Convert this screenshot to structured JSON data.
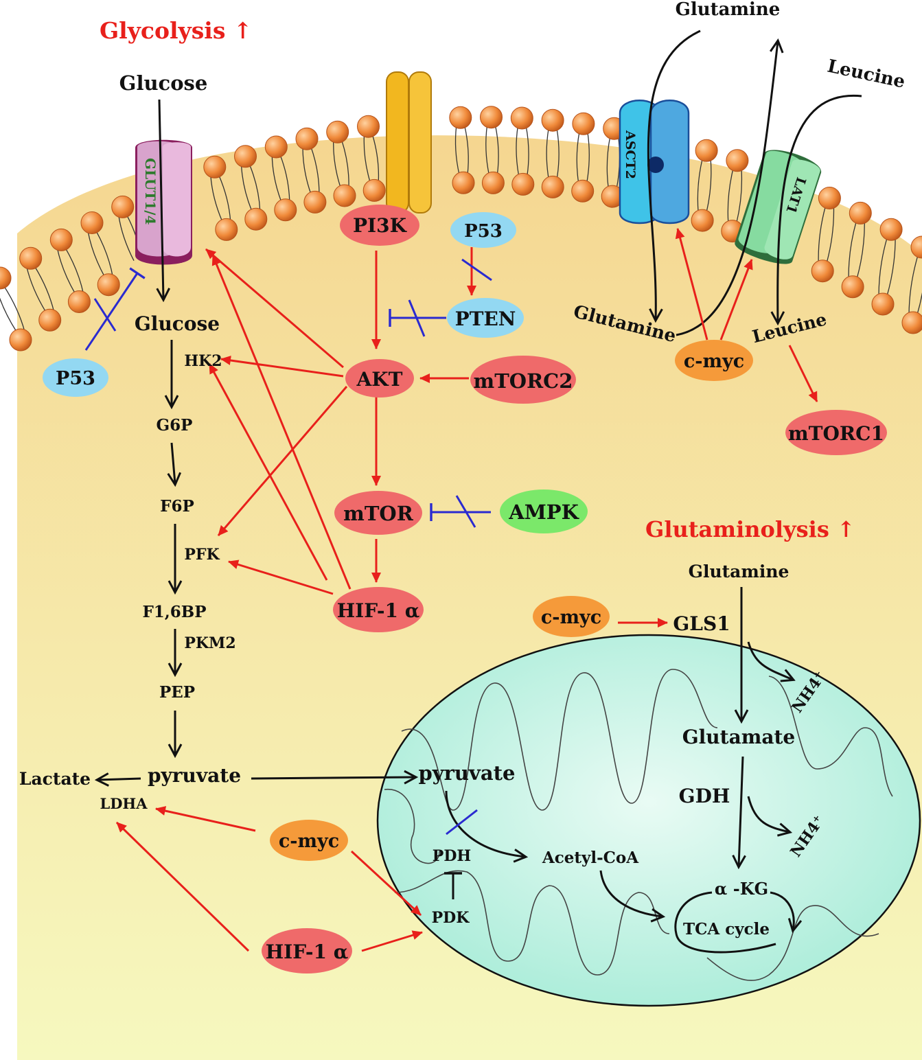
{
  "colors": {
    "red_node": "#ef6a6a",
    "blue_node": "#93d8f2",
    "orange_node": "#f59a3a",
    "green_node": "#7be86a",
    "activation": "#e8201b",
    "inhibition": "#2a2ad0",
    "cytoplasm": "#f8dfa2",
    "mitochondrion": "#c8f3e6"
  },
  "headers": {
    "glycolysis": "Glycolysis ↑",
    "glutaminolysis": "Glutaminolysis ↑"
  },
  "transporters": {
    "glut": "GLUT1/4",
    "asct2": "ASCT2",
    "lat1": "LAT1"
  },
  "metabolites": {
    "glucose_out": "Glucose",
    "glucose_in": "Glucose",
    "g6p": "G6P",
    "f6p": "F6P",
    "f16bp": "F1,6BP",
    "pep": "PEP",
    "pyruvate": "pyruvate",
    "lactate": "Lactate",
    "mito_pyruvate": "pyruvate",
    "acetyl_coa": "Acetyl-CoA",
    "glutamine_top": "Glutamine",
    "leucine_top": "Leucine",
    "glutamine_in": "Glutamine",
    "leucine_in": "Leucine",
    "glutamine_right": "Glutamine",
    "glutamate": "Glutamate",
    "akg": "α -KG",
    "tca": "TCA cycle",
    "nh4_1": "NH4⁺",
    "nh4_2": "NH4⁺"
  },
  "enzymes": {
    "hk2": "HK2",
    "pfk": "PFK",
    "pkm2": "PKM2",
    "ldha": "LDHA",
    "pdh": "PDH",
    "pdk": "PDK",
    "gls1": "GLS1",
    "gdh": "GDH"
  },
  "nodes": {
    "pi3k": "PI3K",
    "p53_top": "P53",
    "pten": "PTEN",
    "akt": "AKT",
    "mtorc2": "mTORC2",
    "mtor": "mTOR",
    "ampk": "AMPK",
    "hif_mid": "HIF-1 α",
    "hif_bottom": "HIF-1 α",
    "p53_left": "P53",
    "cmyc_top": "c-myc",
    "mtorc1": "mTORC1",
    "cmyc_gls": "c-myc",
    "cmyc_bottom": "c-myc"
  }
}
